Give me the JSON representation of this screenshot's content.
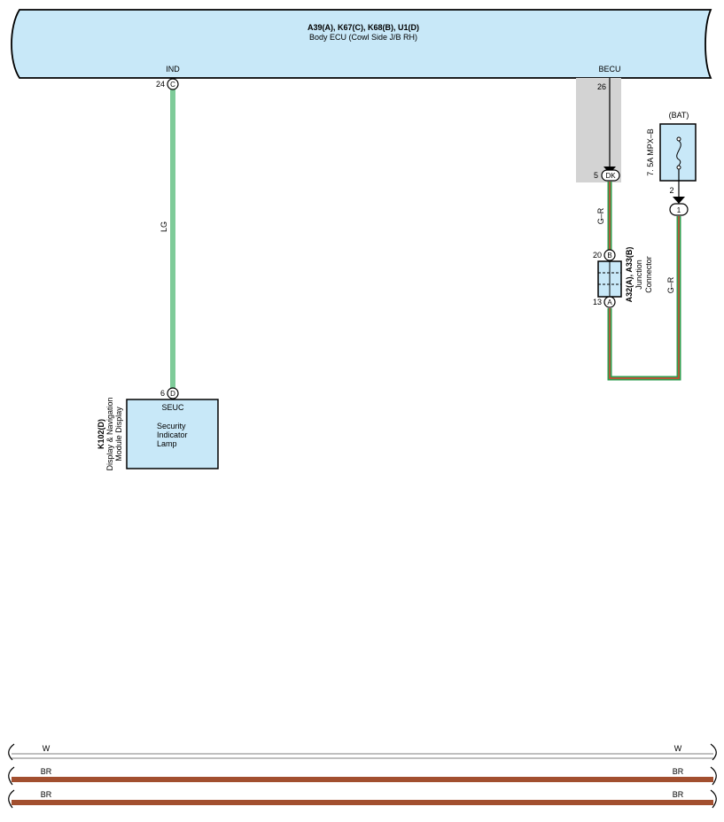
{
  "colors": {
    "component_fill": "#c8e8f8",
    "shade": "#d3d3d3",
    "wire_lg": "#7ecb99",
    "wire_green": "#2e9e4f",
    "wire_red": "#e04030",
    "wire_br": "#a24f2f",
    "wire_w": "#ffffff"
  },
  "body_ecu": {
    "title": "A39(A), K67(C), K68(B), U1(D)",
    "subtitle": "Body ECU (Cowl Side J/B RH)",
    "terminal_ind": {
      "name": "IND",
      "pin": "24",
      "connector": "C"
    },
    "terminal_becu": {
      "name": "BECU",
      "pin": "26"
    }
  },
  "dk_connector": {
    "pin": "5",
    "label": "DK"
  },
  "fuse": {
    "name": "7. 5A MPX–B",
    "source": "(BAT)",
    "pin": "2",
    "connector": "1"
  },
  "junction": {
    "code": "A32(A), A33(B)",
    "line1": "Junction",
    "line2": "Connector",
    "top_pin": "20",
    "top_conn": "B",
    "bottom_pin": "13",
    "bottom_conn": "A"
  },
  "wires": {
    "lg": "LG",
    "gr_left": "G–R",
    "gr_right": "G–R"
  },
  "display_module": {
    "code": "K102(D)",
    "line1": "Display & Navigation",
    "line2": "Module Display",
    "terminal": "SEUC",
    "pin": "6",
    "connector": "D",
    "desc1": "Security",
    "desc2": "Indicator",
    "desc3": "Lamp"
  },
  "harness": [
    {
      "label": "W",
      "color": "W"
    },
    {
      "label": "BR",
      "color": "BR"
    },
    {
      "label": "BR",
      "color": "BR"
    }
  ]
}
